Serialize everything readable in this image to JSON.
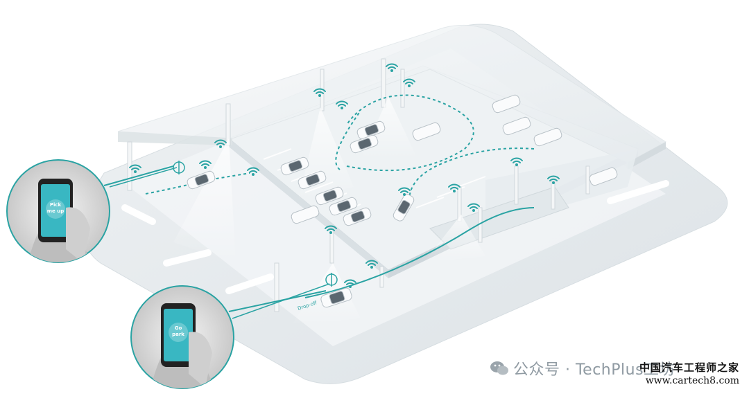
{
  "phone_top": {
    "screen_text": "Pick me up",
    "lines": [
      "Pick",
      "me up"
    ]
  },
  "phone_bottom": {
    "screen_text": "Go park",
    "lines": [
      "Go",
      "park"
    ]
  },
  "road_label": "Drop-off",
  "watermark": {
    "text": "公众号 · TechPlus工坊",
    "cn_name": "中国汽车工程师之家",
    "url": "www.cartech8.com"
  },
  "colors": {
    "accent": "#2aa3a3",
    "structure": "#e9edf0",
    "background": "#ffffff"
  }
}
